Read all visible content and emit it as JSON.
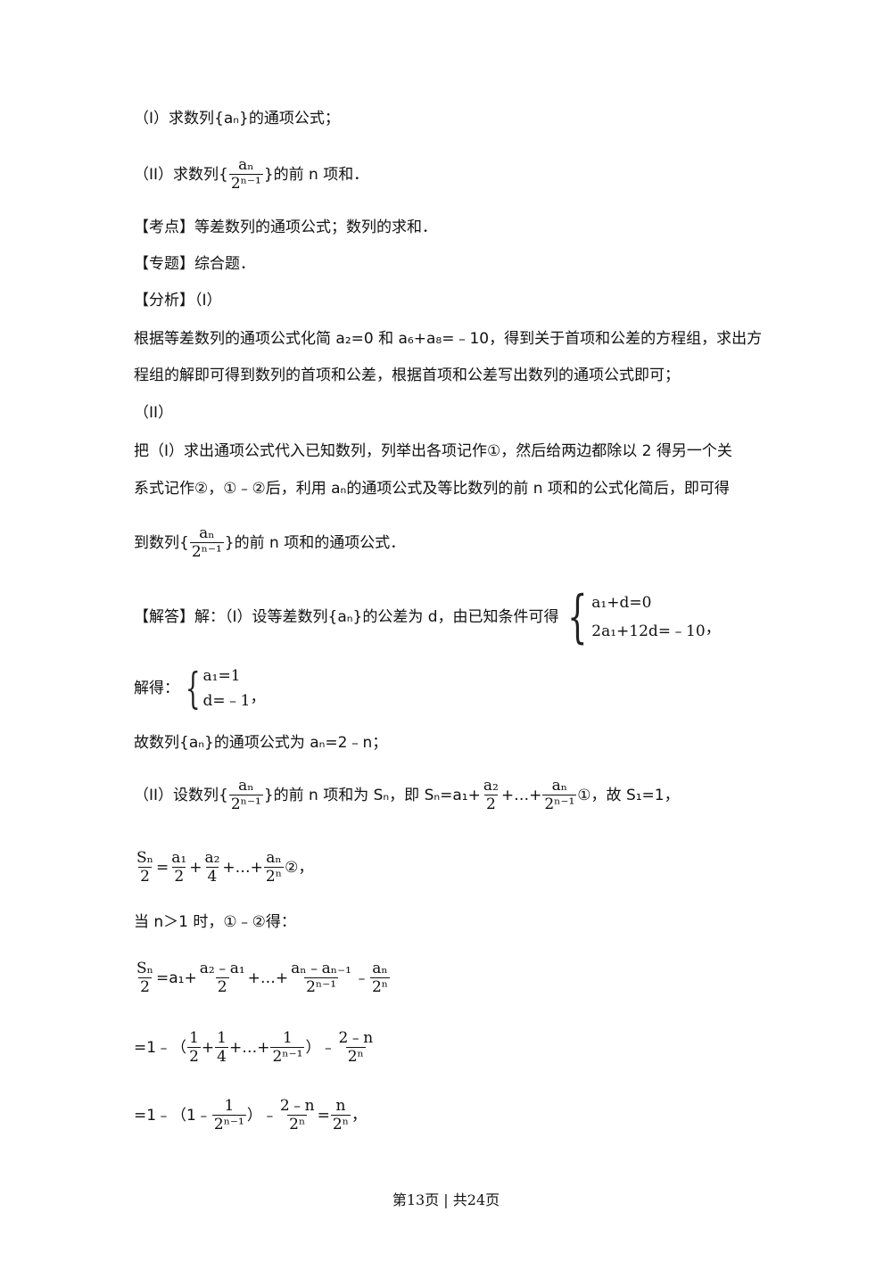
{
  "lines": {
    "q1": "（I）求数列{aₙ}的通项公式；",
    "q2_pre": "（II）求数列{",
    "q2_post": "}的前 n 项和．",
    "kaodian": "【考点】等差数列的通项公式；数列的求和．",
    "zhuanti": "【专题】综合题．",
    "fenxi": "【分析】（I）",
    "fx1": "根据等差数列的通项公式化简 a₂=0 和 a₆+a₈=﹣10，得到关于首项和公差的方程组，求出方",
    "fx2": "程组的解即可得到数列的首项和公差，根据首项和公差写出数列的通项公式即可；",
    "fx3": "（II）",
    "fx4": "把（I）求出通项公式代入已知数列，列举出各项记作①，然后给两边都除以 2 得另一个关",
    "fx5": "系式记作②，①﹣②后，利用 aₙ的通项公式及等比数列的前 n 项和的公式化简后，即可得",
    "fx6_pre": "到数列{",
    "fx6_post": "}的前 n 项和的通项公式．",
    "jd_pre": "【解答】解：（I）设等差数列{aₙ}的公差为 d，由已知条件可得",
    "sys1_a": "a₁+d=0",
    "sys1_b": "2a₁+12d=﹣10",
    "sys_comma": "，",
    "jiede": "解得：",
    "sys2_a": "a₁=1",
    "sys2_b": "d=﹣1",
    "gu": "故数列{aₙ}的通项公式为 aₙ=2﹣n；",
    "s_pre": "（II）设数列{",
    "s_mid": "}的前 n 项和为 Sₙ，即 Sₙ=a₁+",
    "s_dots": "+…+",
    "s_post": "①，故 S₁=1，",
    "l2_post": "②，",
    "dang": "当 n＞1 时，①﹣②得：",
    "eq1_mid": "=a₁+",
    "eq1_dots": "+…+",
    "eq1_minus": "﹣",
    "eq2_pre": "=1﹣（",
    "eq2_plus": "+",
    "eq2_dots": "+…+",
    "eq2_close": "）﹣",
    "eq3_pre": "=1﹣（1﹣",
    "eq3_close": "）﹣",
    "eq3_eq": "=",
    "eq3_end": "，"
  },
  "fractions": {
    "an_over_2n1": {
      "num": "aₙ",
      "den": "2ⁿ⁻¹"
    },
    "a2_over_2": {
      "num": "a₂",
      "den": "2"
    },
    "sn_over_2": {
      "num": "Sₙ",
      "den": "2"
    },
    "a1_over_2": {
      "num": "a₁",
      "den": "2"
    },
    "a2_over_4": {
      "num": "a₂",
      "den": "4"
    },
    "an_over_2n": {
      "num": "aₙ",
      "den": "2ⁿ"
    },
    "a2ma1_over_2": {
      "num": "a₂﹣a₁",
      "den": "2"
    },
    "anman1_over_2n1": {
      "num": "aₙ﹣aₙ₋₁",
      "den": "2ⁿ⁻¹"
    },
    "one_over_2": {
      "num": "1",
      "den": "2"
    },
    "one_over_4": {
      "num": "1",
      "den": "4"
    },
    "one_over_2n1": {
      "num": "1",
      "den": "2ⁿ⁻¹"
    },
    "twomn_over_2n": {
      "num": "2﹣n",
      "den": "2ⁿ"
    },
    "n_over_2n": {
      "num": "n",
      "den": "2ⁿ"
    }
  },
  "footer": "第13页 | 共24页"
}
